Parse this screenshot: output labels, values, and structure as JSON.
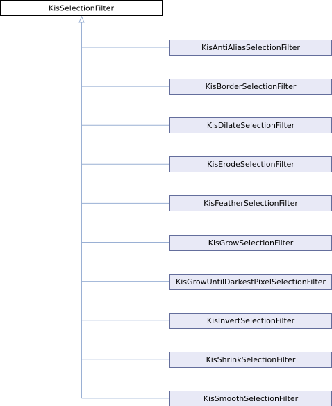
{
  "diagram": {
    "type": "inheritance-tree",
    "base_class": "KisSelectionFilter",
    "derived_classes": [
      "KisAntiAliasSelectionFilter",
      "KisBorderSelectionFilter",
      "KisDilateSelectionFilter",
      "KisErodeSelectionFilter",
      "KisFeatherSelectionFilter",
      "KisGrowSelectionFilter",
      "KisGrowUntilDarkestPixelSelectionFilter",
      "KisInvertSelectionFilter",
      "KisShrinkSelectionFilter",
      "KisSmoothSelectionFilter"
    ],
    "colors": {
      "edge": "#9ab0d4",
      "child_fill": "#e8e9f6",
      "child_border": "#646e9c",
      "base_fill": "#ffffff",
      "base_border": "#000000"
    }
  }
}
